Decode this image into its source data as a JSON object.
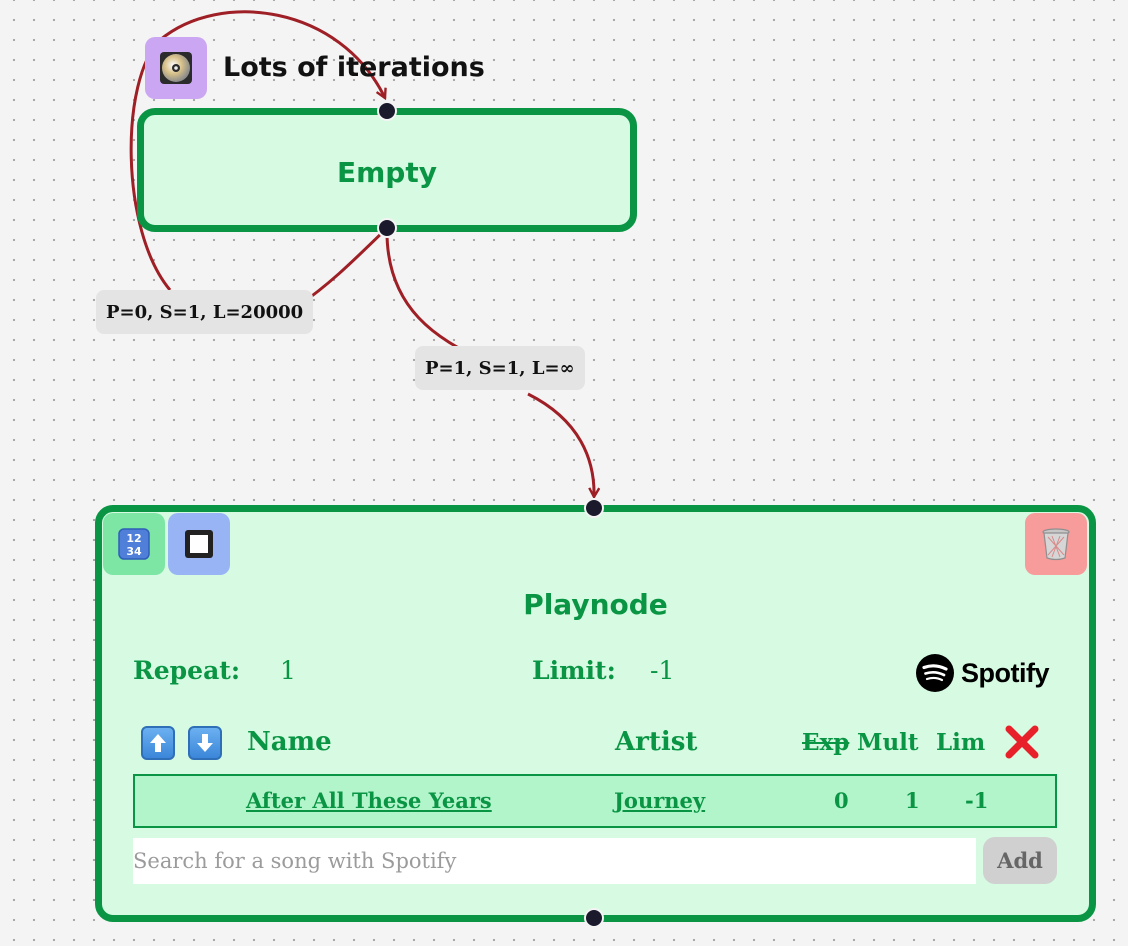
{
  "flow": {
    "title": "Lots of iterations",
    "title_icon": "cd-disc-icon",
    "edges": [
      {
        "label": "P=0, S=1, L=20000"
      },
      {
        "label": "P=1, S=1, L=∞"
      }
    ]
  },
  "empty_node": {
    "title": "Empty"
  },
  "playnode": {
    "title": "Playnode",
    "icons": {
      "numbers": "input-numbers-icon",
      "stop": "stop-square-icon",
      "delete": "wastebasket-icon"
    },
    "repeat_label": "Repeat:",
    "repeat_value": "1",
    "limit_label": "Limit:",
    "limit_value": "-1",
    "brand": "Spotify",
    "columns": {
      "name": "Name",
      "artist": "Artist",
      "exp": "Exp",
      "mult": "Mult",
      "lim": "Lim"
    },
    "songs": [
      {
        "name": "After All These Years",
        "artist": "Journey",
        "exp": "0",
        "mult": "1",
        "lim": "-1"
      }
    ],
    "search": {
      "placeholder": "Search for a song with Spotify"
    },
    "add_label": "Add"
  },
  "colors": {
    "node_border": "#0a9544",
    "node_fill": "#d6fbe2",
    "edge": "#9e1f25",
    "handle": "#1a1a2c"
  }
}
